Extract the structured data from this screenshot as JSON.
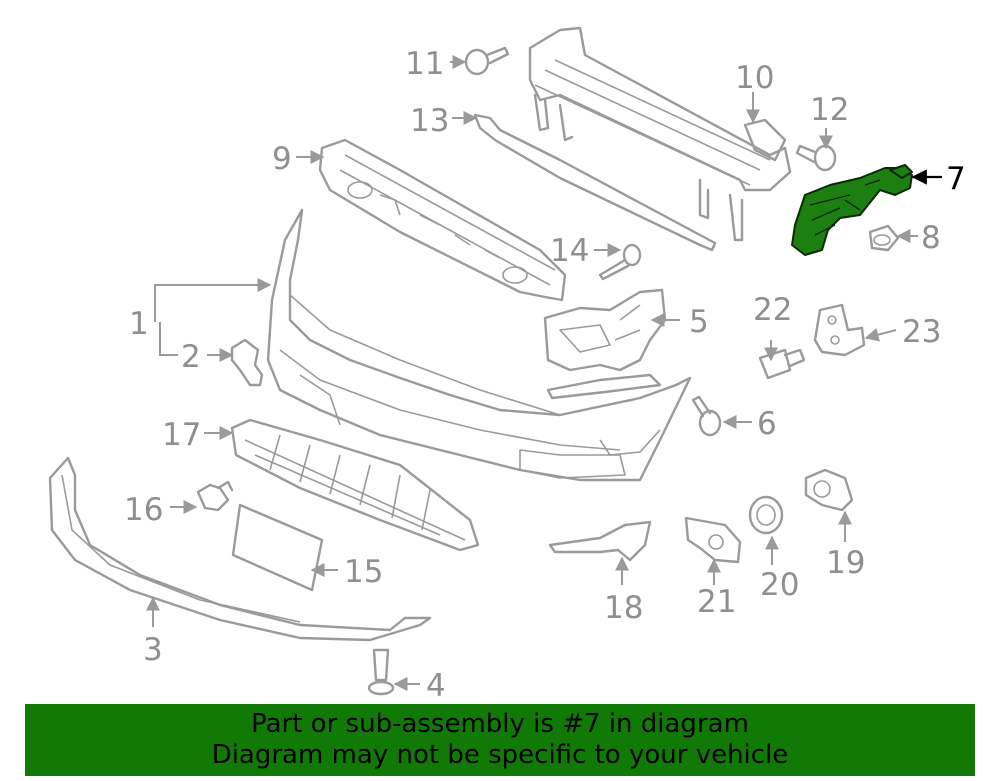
{
  "parts": {
    "p1": "1",
    "p2": "2",
    "p3": "3",
    "p4": "4",
    "p5": "5",
    "p6": "6",
    "p7": "7",
    "p8": "8",
    "p9": "9",
    "p10": "10",
    "p11": "11",
    "p12": "12",
    "p13": "13",
    "p14": "14",
    "p15": "15",
    "p16": "16",
    "p17": "17",
    "p18": "18",
    "p19": "19",
    "p20": "20",
    "p21": "21",
    "p22": "22",
    "p23": "23"
  },
  "highlighted_part": "7",
  "colors": {
    "highlight": "#1d7f12",
    "banner": "#117a06",
    "linework": "#9a9a9a"
  },
  "banner": {
    "line1": "Part or sub-assembly is #7 in diagram",
    "line2": "Diagram may not be specific to your vehicle"
  }
}
